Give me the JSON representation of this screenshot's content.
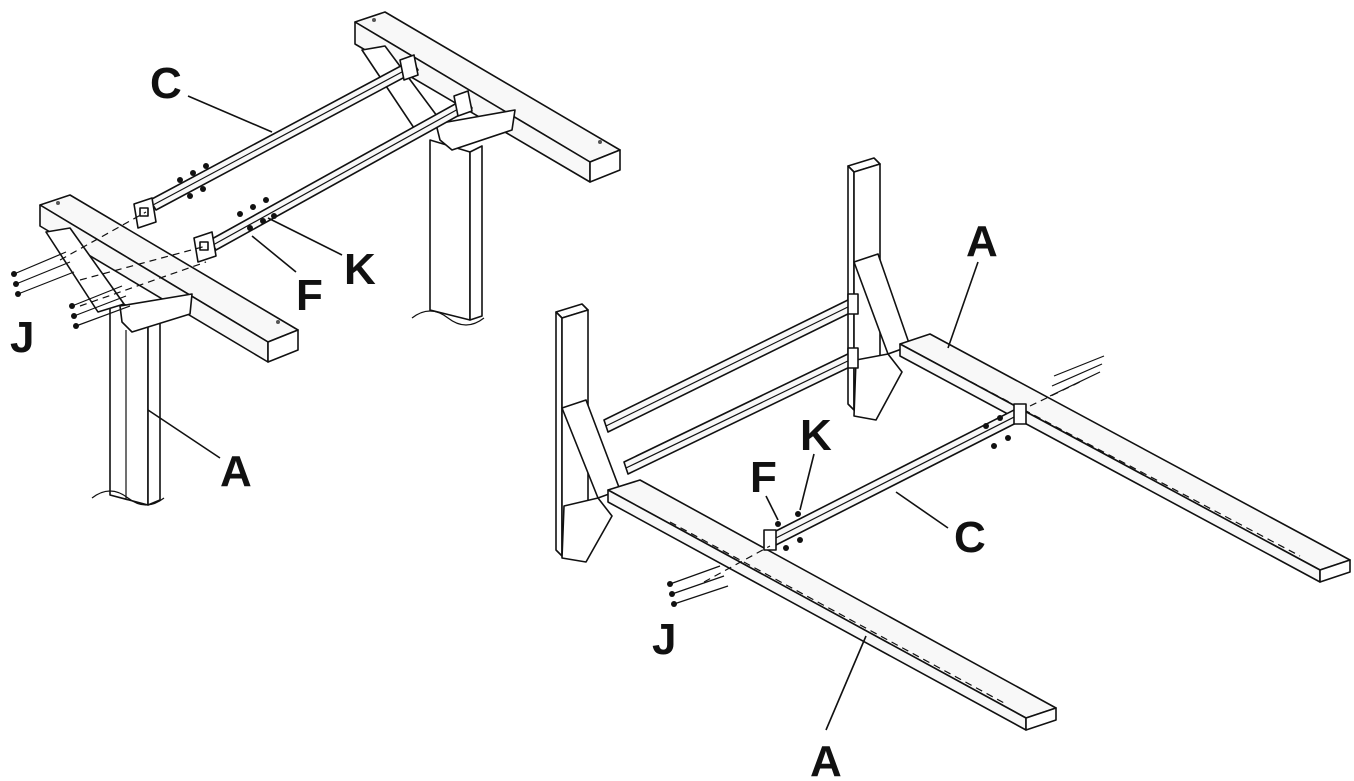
{
  "labels": {
    "left_c": "C",
    "left_k": "K",
    "left_f": "F",
    "left_j": "J",
    "left_a": "A",
    "right_a_top": "A",
    "right_k": "K",
    "right_f": "F",
    "right_c": "C",
    "right_j": "J",
    "right_a_bottom": "A"
  },
  "colors": {
    "ink": "#111111",
    "background": "#ffffff"
  }
}
